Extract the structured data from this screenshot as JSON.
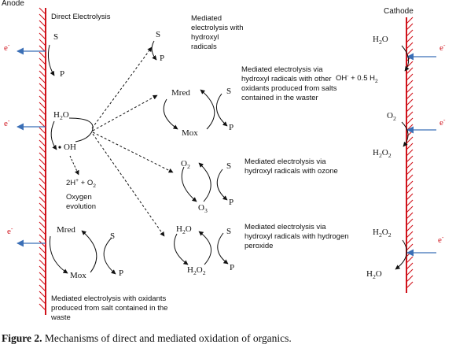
{
  "electrodes": {
    "anode": "Anode",
    "cathode": "Cathode",
    "electron": "e",
    "electron_sup": "-"
  },
  "direct": {
    "title": "Direct Electrolysis",
    "s": "S",
    "p": "P",
    "h2o": "H",
    "h2o_sub": "2",
    "h2o_end": "O",
    "oh": "OH",
    "products": "2H",
    "products_sup": "+",
    "products_mid": " + O",
    "products_sub": "2",
    "oxygen_evolution": "Oxygen evolution"
  },
  "mediated_salt_bottom": {
    "mred": "Mred",
    "mox": "Mox",
    "s": "S",
    "p": "P",
    "caption": "Mediated electrolysis with oxidants produced from salt contained in the waste"
  },
  "mediated_hydroxyl": {
    "s": "S",
    "p": "P",
    "caption": "Mediated electrolysis with hydroxyl radicals"
  },
  "mediated_other_oxidants": {
    "mred": "Mred",
    "mox": "Mox",
    "s": "S",
    "p": "P",
    "caption": "Mediated electrolysis via hydroxyl radicals with other oxidants produced from salts contained in the waster"
  },
  "mediated_ozone": {
    "o2": "O",
    "o2_sub": "2",
    "o3": "O",
    "o3_sub": "3",
    "s": "S",
    "p": "P",
    "caption": "Mediated electrolysis via hydroxyl radicals with ozone"
  },
  "mediated_peroxide": {
    "h2o": "H",
    "h2o_sub": "2",
    "h2o_end": "O",
    "h2o2_a": "H",
    "h2o2_sub1": "2",
    "h2o2_b": "O",
    "h2o2_sub2": "2",
    "s": "S",
    "p": "P",
    "caption": "Mediated electrolysis via hydroxyl radicals with hydrogen peroxide"
  },
  "cathode_reactions": {
    "r1_h2o_a": "H",
    "r1_h2o_sub": "2",
    "r1_h2o_b": "O",
    "r1_products_a": "OH",
    "r1_products_sup": "-",
    "r1_products_b": " + 0.5 H",
    "r1_products_sub": "2",
    "r2_o2_a": "O",
    "r2_o2_sub": "2",
    "r2_h2o2_a": "H",
    "r2_h2o2_sub1": "2",
    "r2_h2o2_b": "O",
    "r2_h2o2_sub2": "2",
    "r3_h2o2_a": "H",
    "r3_h2o2_sub1": "2",
    "r3_h2o2_b": "O",
    "r3_h2o2_sub2": "2",
    "r3_h2o_a": "H",
    "r3_h2o_sub": "2",
    "r3_h2o_b": "O"
  },
  "figure_caption": {
    "label": "Figure 2.",
    "text": " Mechanisms of direct and mediated oxidation of organics."
  },
  "colors": {
    "electrode": "#d0121b",
    "arrow": "#3b6fb6",
    "text": "#111111"
  }
}
